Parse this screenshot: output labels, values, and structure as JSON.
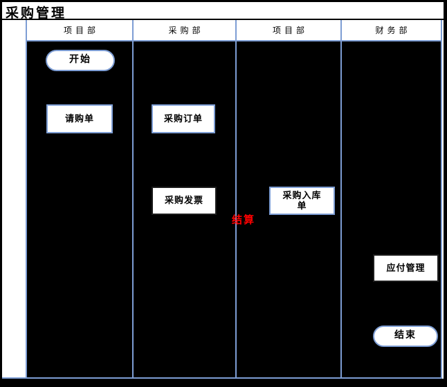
{
  "title": "采购管理",
  "colors": {
    "accent_blue": "#7D9DD4",
    "lane_background": "#000000",
    "settlement_red": "#FF0000",
    "dark_border": "#1C1C1C"
  },
  "lanes": [
    {
      "label": "项目部"
    },
    {
      "label": "采购部"
    },
    {
      "label": "项目部"
    },
    {
      "label": "财务部"
    }
  ],
  "nodes": {
    "start": {
      "label": "开始"
    },
    "requisition": {
      "label": "请购单"
    },
    "purchase_order": {
      "label": "采购订单"
    },
    "purchase_invoice": {
      "label": "采购发票"
    },
    "warehouse_receipt": {
      "label": "采购入库\n单"
    },
    "settlement": {
      "label": "结算"
    },
    "payable": {
      "label": "应付管理"
    },
    "end": {
      "label": "结束"
    }
  }
}
